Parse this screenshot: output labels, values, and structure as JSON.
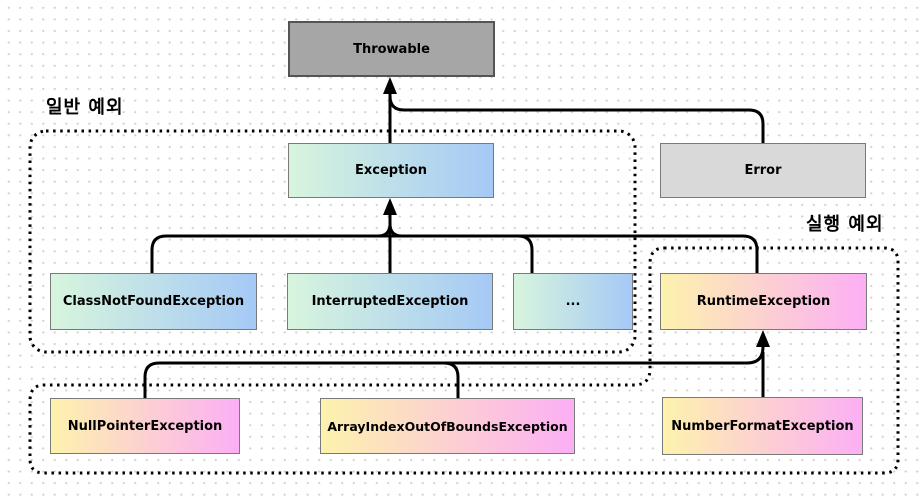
{
  "groups": {
    "general": {
      "label": "일반 예외"
    },
    "runtime": {
      "label": "실행 예외"
    }
  },
  "nodes": {
    "throwable": {
      "label": "Throwable"
    },
    "exception": {
      "label": "Exception"
    },
    "error": {
      "label": "Error"
    },
    "class_not_found": {
      "label": "ClassNotFoundException"
    },
    "interrupted": {
      "label": "InterruptedException"
    },
    "ellipsis": {
      "label": "..."
    },
    "runtime_exception": {
      "label": "RuntimeException"
    },
    "null_pointer": {
      "label": "NullPointerException"
    },
    "array_index": {
      "label": "ArrayIndexOutOfBoundsException"
    },
    "number_format": {
      "label": "NumberFormatException"
    }
  },
  "edges": [
    {
      "from": "Exception",
      "to": "Throwable"
    },
    {
      "from": "Error",
      "to": "Throwable"
    },
    {
      "from": "ClassNotFoundException",
      "to": "Exception"
    },
    {
      "from": "InterruptedException",
      "to": "Exception"
    },
    {
      "from": "...",
      "to": "Exception"
    },
    {
      "from": "RuntimeException",
      "to": "Exception"
    },
    {
      "from": "NullPointerException",
      "to": "RuntimeException"
    },
    {
      "from": "ArrayIndexOutOfBoundsException",
      "to": "RuntimeException"
    },
    {
      "from": "NumberFormatException",
      "to": "RuntimeException"
    }
  ],
  "colors": {
    "throwable-fill": "#a6a6a6",
    "throwable-border": "#545454",
    "error-fill": "#d9d9d9",
    "box-border": "#7a7a7a",
    "green-start": "#d7f5dd",
    "blue-end": "#a5c9f6",
    "yellow-start": "#fdf2ad",
    "pink-end": "#fcaff5",
    "line": "#000000",
    "grid-dot": "#d4d4d4",
    "text": "#000000"
  }
}
